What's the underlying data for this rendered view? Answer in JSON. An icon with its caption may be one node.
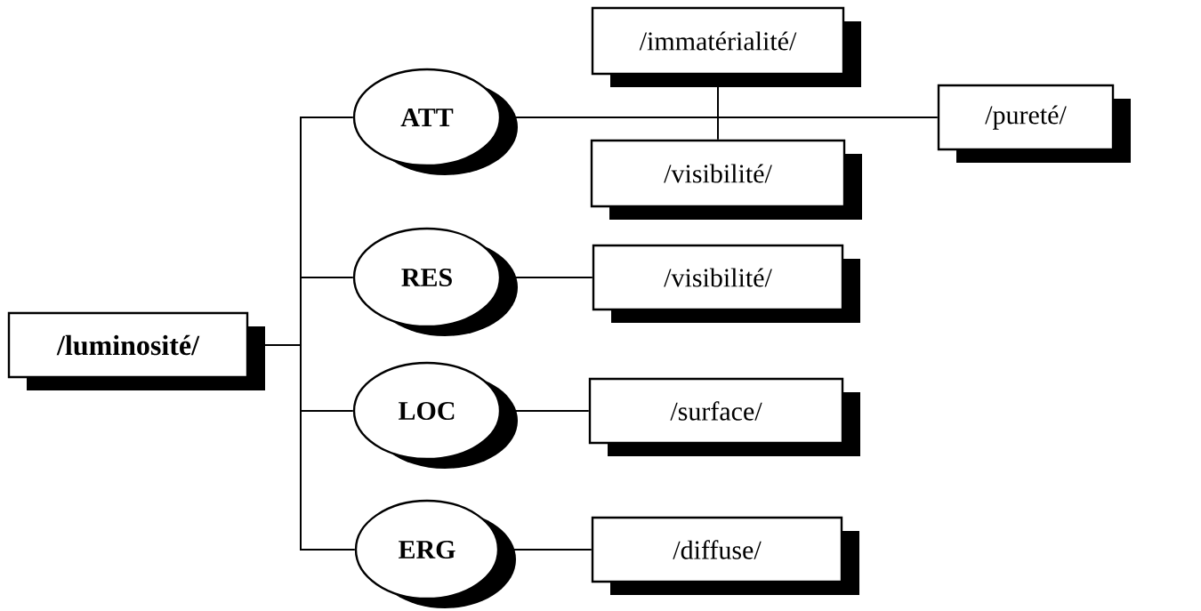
{
  "diagram": {
    "nodes": [
      {
        "text": [
          "/luminosité/"
        ]
      },
      {
        "text": [
          "ATT"
        ]
      },
      {
        "text": [
          "/immatérialité/"
        ]
      },
      {
        "text": [
          "/visibilité/"
        ]
      },
      {
        "text": [
          "/pureté/"
        ]
      },
      {
        "text": [
          "RES"
        ]
      },
      {
        "text": [
          "/visibilité/"
        ]
      },
      {
        "text": [
          "LOC"
        ]
      },
      {
        "text": [
          "/surface/"
        ]
      },
      {
        "text": [
          "ERG"
        ]
      },
      {
        "text": [
          "/diffuse/"
        ]
      }
    ],
    "edges": [
      {
        "from": 0,
        "to": 1,
        "arrow": "none"
      },
      {
        "from": 0,
        "to": 5,
        "arrow": "none"
      },
      {
        "from": 0,
        "to": 7,
        "arrow": "none"
      },
      {
        "from": 0,
        "to": 9,
        "arrow": "none"
      },
      {
        "from": 1,
        "to": 2,
        "arrow": "none"
      },
      {
        "from": 1,
        "to": 3,
        "arrow": "none"
      },
      {
        "from": 1,
        "to": 4,
        "arrow": "none"
      },
      {
        "from": 5,
        "to": 6,
        "arrow": "none"
      },
      {
        "from": 7,
        "to": 8,
        "arrow": "none"
      },
      {
        "from": 9,
        "to": 10,
        "arrow": "none"
      }
    ]
  }
}
